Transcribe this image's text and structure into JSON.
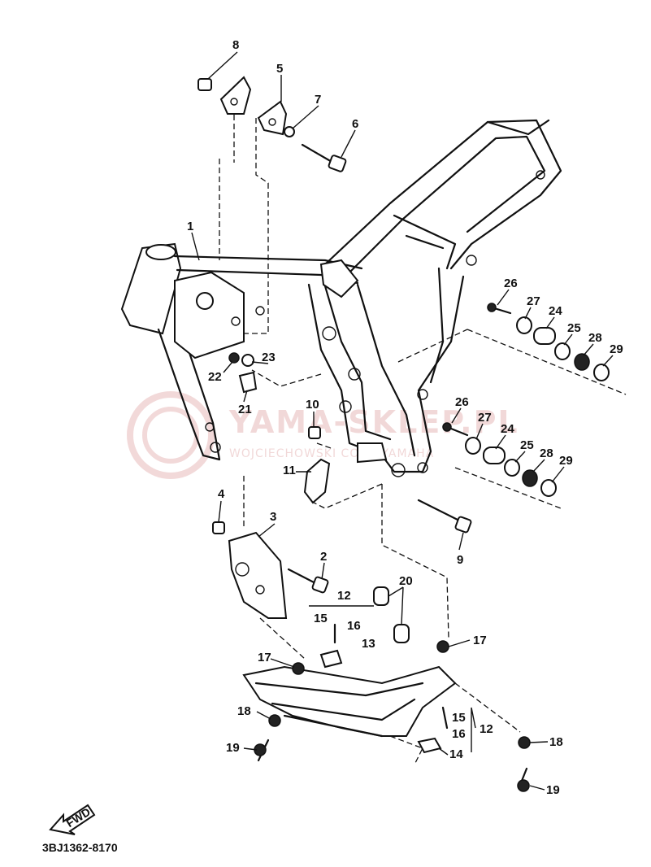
{
  "diagram_code": "3BJ1362-8170",
  "find_arrow_text": "FWD",
  "watermark": {
    "main": "YAMA-SKLEP.PL",
    "sub": "WOJCIECHOWSKI CODE YAMAHA"
  },
  "part_labels": {
    "p1": "1",
    "p2": "2",
    "p3": "3",
    "p4": "4",
    "p5": "5",
    "p6": "6",
    "p7": "7",
    "p8": "8",
    "p9": "9",
    "p10": "10",
    "p11": "11",
    "p12a": "12",
    "p12b": "12",
    "p13": "13",
    "p14": "14",
    "p15a": "15",
    "p15b": "15",
    "p16a": "16",
    "p16b": "16",
    "p17a": "17",
    "p17b": "17",
    "p18a": "18",
    "p18b": "18",
    "p19a": "19",
    "p19b": "19",
    "p20": "20",
    "p21": "21",
    "p22": "22",
    "p23": "23",
    "p24a": "24",
    "p24b": "24",
    "p25a": "25",
    "p25b": "25",
    "p26a": "26",
    "p26b": "26",
    "p27a": "27",
    "p27b": "27",
    "p28a": "28",
    "p28b": "28",
    "p29a": "29",
    "p29b": "29"
  }
}
